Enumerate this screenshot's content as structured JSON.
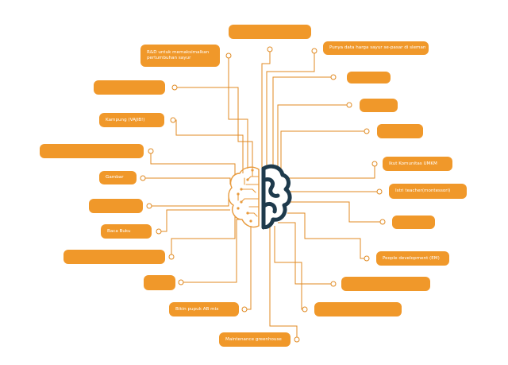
{
  "colors": {
    "node": "#f0982a",
    "wire": "#e08a22",
    "brain_left": "#e89a3c",
    "brain_right": "#1e3a4c",
    "text": "#ffffff"
  },
  "brain": {
    "icon": "brain-icon"
  },
  "nodes": [
    {
      "id": "n-top",
      "text": ""
    },
    {
      "id": "n-rnd",
      "text": "R&D untuk memaksimalkan pertumbuhan sayur"
    },
    {
      "id": "n-punya-data",
      "text": "Punya data harga sayur se-pasar di sleman"
    },
    {
      "id": "n-left-1",
      "text": ""
    },
    {
      "id": "n-right-1",
      "text": ""
    },
    {
      "id": "n-right-2",
      "text": ""
    },
    {
      "id": "n-kampung",
      "text": "Kampung (VAJIB!)"
    },
    {
      "id": "n-right-3",
      "text": ""
    },
    {
      "id": "n-left-2",
      "text": ""
    },
    {
      "id": "n-ikut-komunitas",
      "text": "Ikut Komunitas UMKM"
    },
    {
      "id": "n-gambar",
      "text": "Gambar"
    },
    {
      "id": "n-istri-teacher",
      "text": "Istri teacher(montessori)"
    },
    {
      "id": "n-left-3",
      "text": ""
    },
    {
      "id": "n-right-4",
      "text": ""
    },
    {
      "id": "n-baca-buku",
      "text": "Baca Buku"
    },
    {
      "id": "n-people-dev",
      "text": "People development (EM)"
    },
    {
      "id": "n-left-4",
      "text": ""
    },
    {
      "id": "n-left-5",
      "text": ""
    },
    {
      "id": "n-right-5",
      "text": ""
    },
    {
      "id": "n-bikin-pupuk",
      "text": "Bikin pupuk AB mix"
    },
    {
      "id": "n-right-6",
      "text": ""
    },
    {
      "id": "n-maintenance",
      "text": "Maintenance greenhouse"
    }
  ]
}
